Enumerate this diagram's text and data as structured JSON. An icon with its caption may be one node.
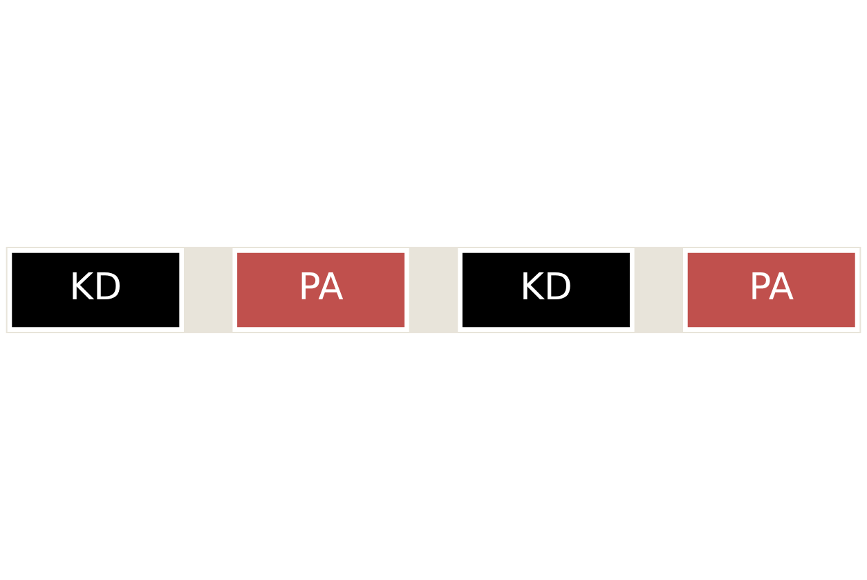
{
  "diagram": {
    "nodes": [
      {
        "text": [
          "KD"
        ]
      },
      {
        "text": [
          "PA"
        ]
      },
      {
        "text": [
          "KD"
        ]
      },
      {
        "text": [
          "PA"
        ]
      }
    ]
  }
}
